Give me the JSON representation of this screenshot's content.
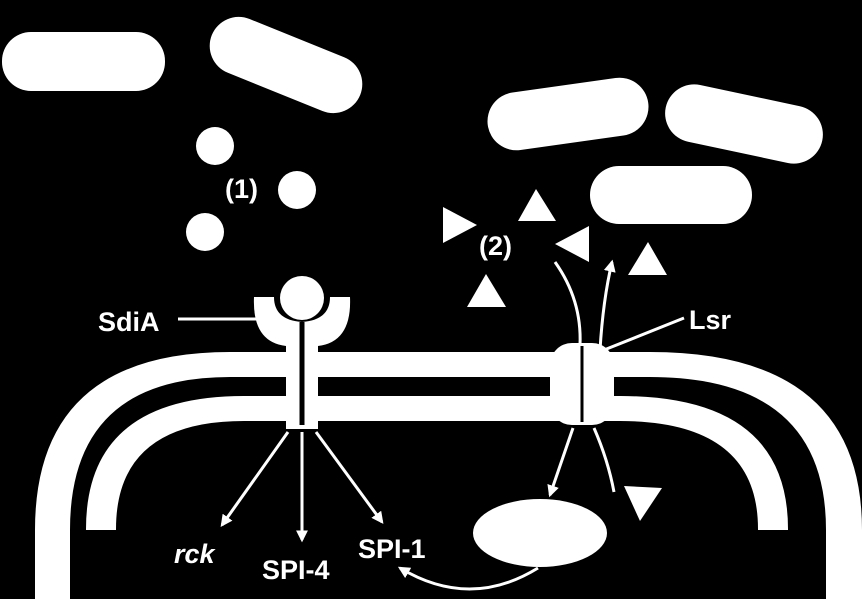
{
  "colors": {
    "background": "#000000",
    "foreground": "#ffffff"
  },
  "labels": {
    "step1": "(1)",
    "step2": "(2)",
    "sdia": "SdiA",
    "lsr": "Lsr",
    "rck": "rck",
    "spi4": "SPI-4",
    "spi1": "SPI-1"
  }
}
